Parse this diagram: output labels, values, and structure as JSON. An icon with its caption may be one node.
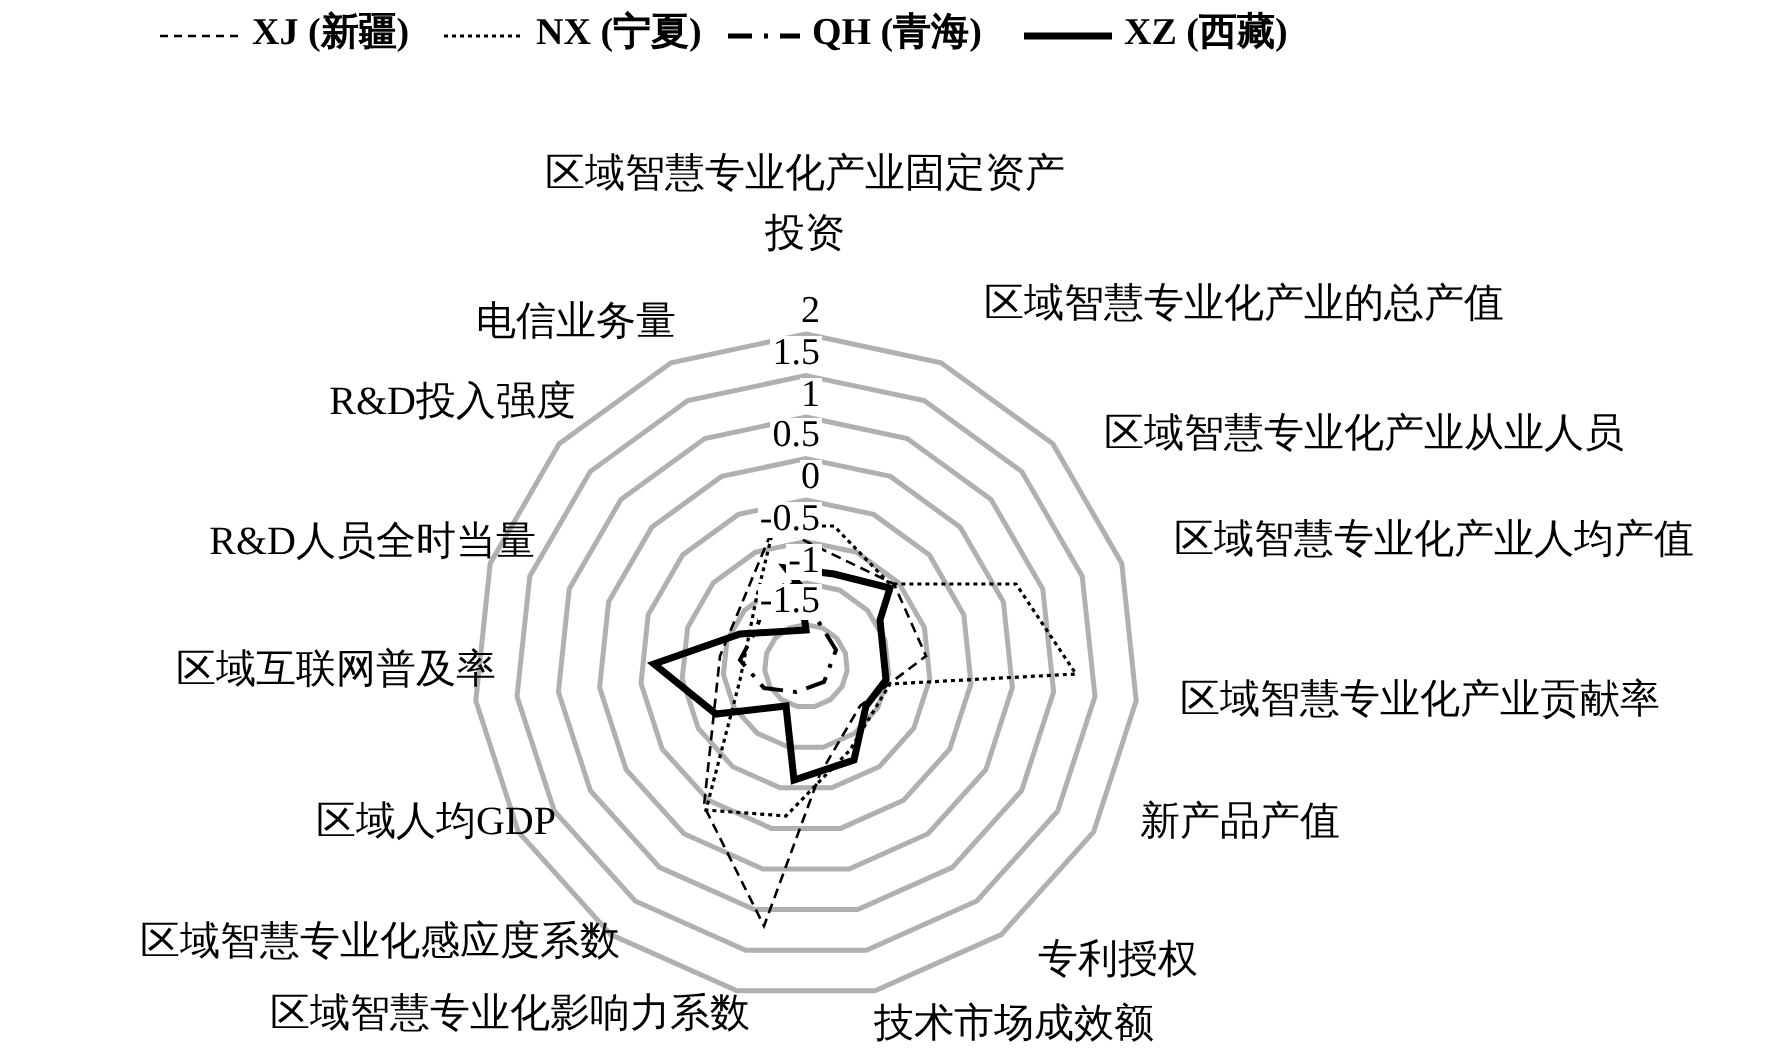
{
  "diagram": {
    "labels": [
      "区域智慧专业化产业固定资产投资",
      "区域智慧专业化产业的总产值",
      "区域智慧专业化产业从业人员",
      "区域智慧专业化产业人均产值",
      "区域智慧专业化产业贡献率",
      "新产品产值",
      "专利授权",
      "技术市场成效额",
      "区域智慧专业化影响力系数",
      "区域智慧专业化感应度系数",
      "区域人均GDP",
      "区域互联网普及率",
      "R&D人员全时当量",
      "R&D投入强度",
      "电信业务量",
      "2",
      "1.5",
      "1",
      "0.5",
      "0",
      "-0.5",
      "-1",
      "-1.5"
    ],
    "legend": [
      {
        "text": "XJ (新疆)"
      },
      {
        "text": "NX (宁夏)"
      },
      {
        "text": "QH (青海)"
      },
      {
        "text": "XZ (西藏)"
      }
    ]
  }
}
